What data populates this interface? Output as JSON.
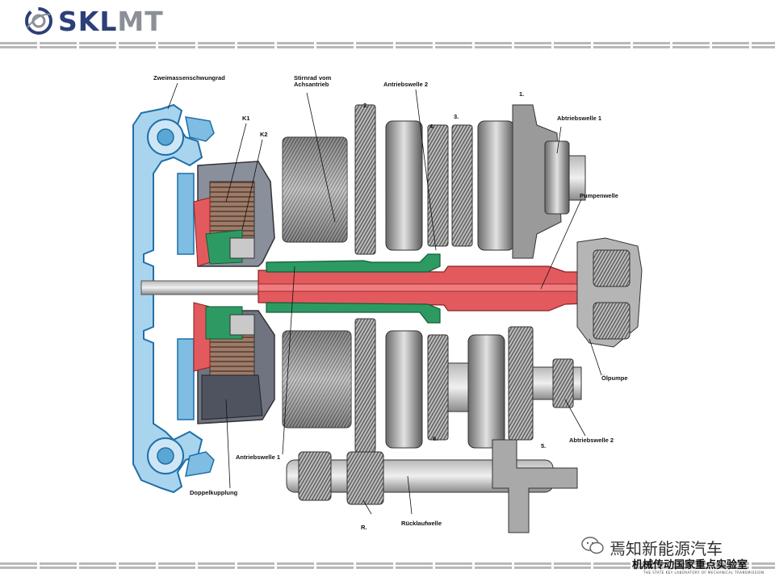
{
  "brand": {
    "name_a": "SKL",
    "name_b": "MT"
  },
  "labels": {
    "zweimassen": "Zweimassenschwungrad",
    "k1": "K1",
    "k2": "K2",
    "stirnrad": "Stirnrad vom\nAchsantrieb",
    "antrieb2": "Antriebswelle 2",
    "g2": "2.",
    "g4": "4.",
    "g3": "3.",
    "g1": "1.",
    "abtrieb1": "Abtriebswelle 1",
    "pumpen": "Pumpenwelle",
    "oelpumpe": "Ölpumpe",
    "abtrieb2": "Abtriebswelle 2",
    "g5": "5.",
    "g6": "6.",
    "antrieb1": "Antriebswelle 1",
    "doppel": "Doppelkupplung",
    "r": "R.",
    "rueck": "Rücklaufwelle"
  },
  "watermark": {
    "name": "焉知新能源汽车",
    "sub": "机械传动国家重点实验室",
    "tiny": "THE STATE KEY LABORATORY OF MECHANICAL TRANSMISSION"
  },
  "colors": {
    "brand_blue": "#2c3f78",
    "brand_gray": "#8a8f98",
    "shaft_red": "#e25a5e",
    "shaft_green": "#2e9a63",
    "housing_blue": "#5aa7d6"
  }
}
